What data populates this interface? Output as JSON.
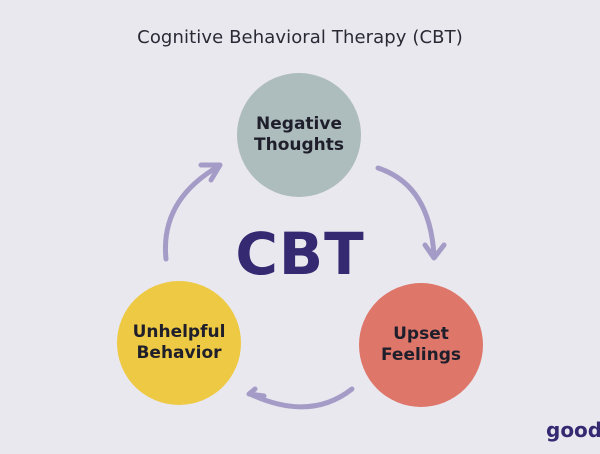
{
  "title": "Cognitive Behavioral Therapy (CBT)",
  "center_label": "CBT",
  "nodes": [
    {
      "id": "negative-thoughts",
      "line1": "Negative",
      "line2": "Thoughts",
      "color": "#adbcbd"
    },
    {
      "id": "upset-feelings",
      "line1": "Upset",
      "line2": "Feelings",
      "color": "#de766a"
    },
    {
      "id": "unhelpful-behavior",
      "line1": "Unhelpful",
      "line2": "Behavior",
      "color": "#eec943"
    }
  ],
  "cycle": [
    "Negative Thoughts",
    "Upset Feelings",
    "Unhelpful Behavior"
  ],
  "arrow_color": "#a49cc6",
  "accent_color": "#352a72",
  "logo": "goodp"
}
